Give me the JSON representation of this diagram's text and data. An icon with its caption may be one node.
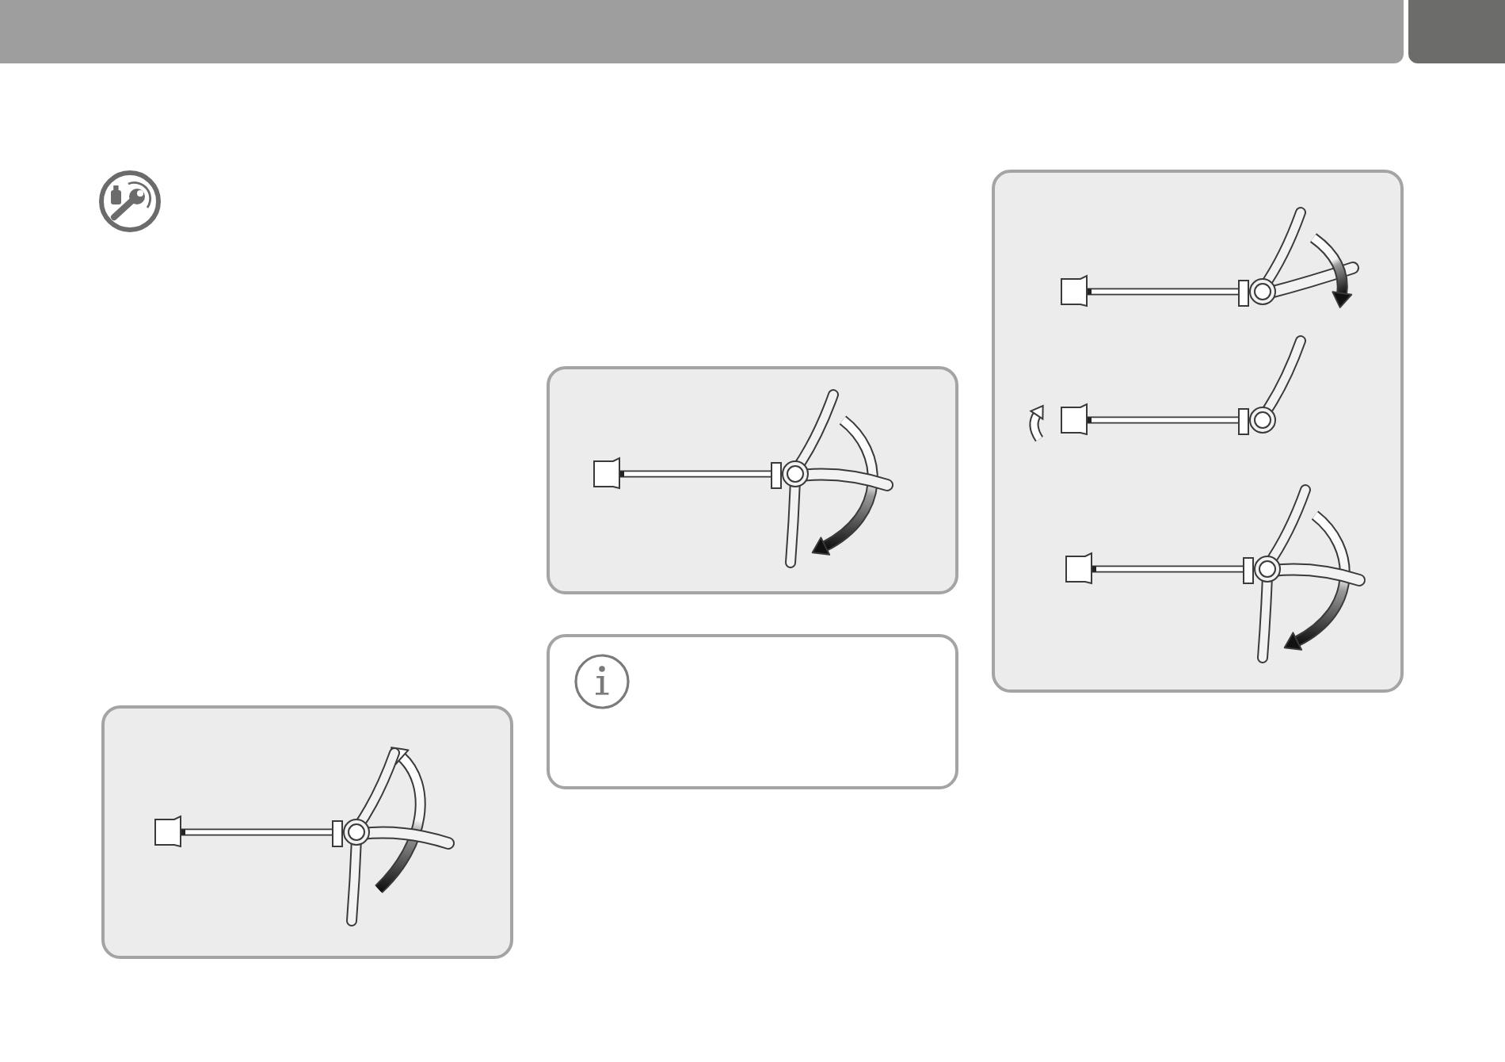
{
  "diagram": {
    "nodes": [
      {
        "text": [],
        "shape": "picture"
      },
      {
        "text": [],
        "shape": "picture"
      },
      {
        "text": [],
        "shape": "box"
      },
      {
        "text": [],
        "shape": "picture"
      }
    ]
  }
}
